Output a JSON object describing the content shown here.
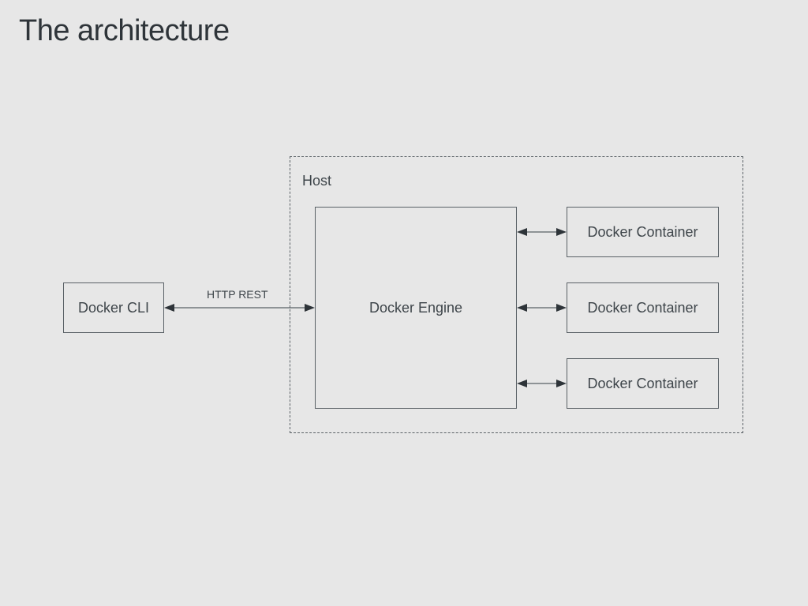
{
  "title": "The architecture",
  "host": {
    "label": "Host"
  },
  "nodes": {
    "cli": "Docker CLI",
    "engine": "Docker Engine",
    "containers": [
      "Docker Container",
      "Docker Container",
      "Docker Container"
    ]
  },
  "edges": {
    "cli_engine_label": "HTTP REST"
  },
  "colors": {
    "background": "#e7e7e7",
    "stroke": "#5a6166",
    "text": "#3e454a"
  }
}
